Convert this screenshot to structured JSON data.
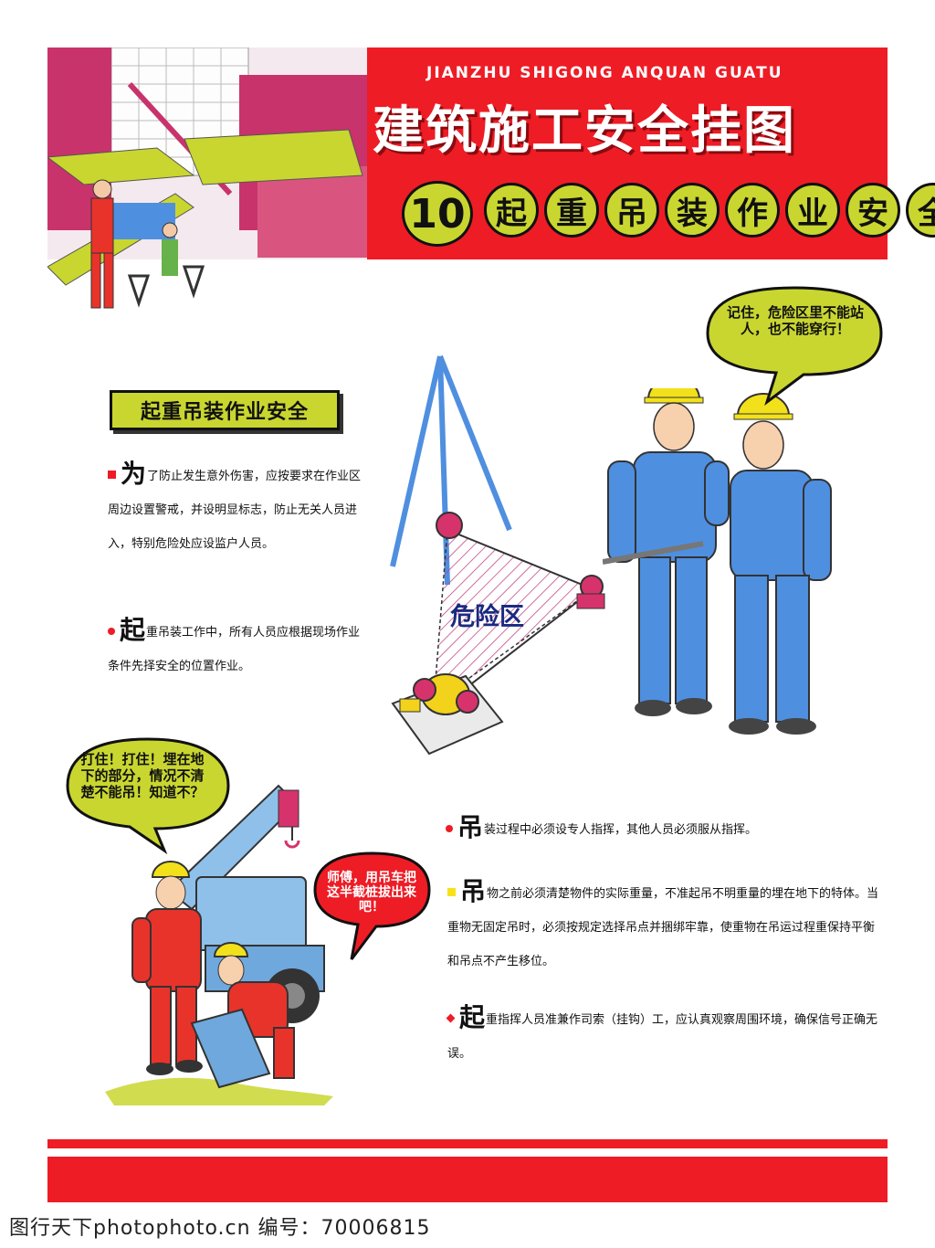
{
  "header": {
    "pinyin": "JIANZHU SHIGONG ANQUAN GUATU",
    "title": "建筑施工安全挂图",
    "number": "10",
    "subtitle_chars": [
      "起",
      "重",
      "吊",
      "装",
      "作",
      "业",
      "安",
      "全"
    ]
  },
  "section": {
    "badge": "起重吊装作业安全"
  },
  "paragraphs": [
    {
      "cap": "为",
      "text": "了防止发生意外伤害，应按要求在作业区周边设置警戒，并设明显标志，防止无关人员进入，特别危险处应设监户人员。"
    },
    {
      "cap": "起",
      "text": "重吊装工作中，所有人员应根据现场作业条件先择安全的位置作业。"
    },
    {
      "cap": "吊",
      "text": "装过程中必须设专人指挥，其他人员必须服从指挥。"
    },
    {
      "cap": "吊",
      "text": "物之前必须清楚物件的实际重量，不准起吊不明重量的埋在地下的特体。当重物无固定吊时，必须按规定选择吊点并捆绑牢靠，使重物在吊运过程重保持平衡和吊点不产生移位。"
    },
    {
      "cap": "起",
      "text": "重指挥人员准兼作司索（挂钩）工，应认真观察周围环境，确保信号正确无误。"
    }
  ],
  "bubbles": {
    "top_right": "记住，危险区里不能站人，也不能穿行！",
    "bottom_left": "打住！打住！埋在地下的部分，情况不清楚不能吊！知道不？",
    "bottom_red": "师傅，用吊车把这半截桩拔出来吧！"
  },
  "danger_zone": "危险区",
  "watermark": "图行天下photophoto.cn  编号：70006815",
  "colors": {
    "red": "#ee1c25",
    "olive": "#c9d630",
    "worker_blue": "#4f8fe0",
    "worker_red": "#e8332b"
  }
}
